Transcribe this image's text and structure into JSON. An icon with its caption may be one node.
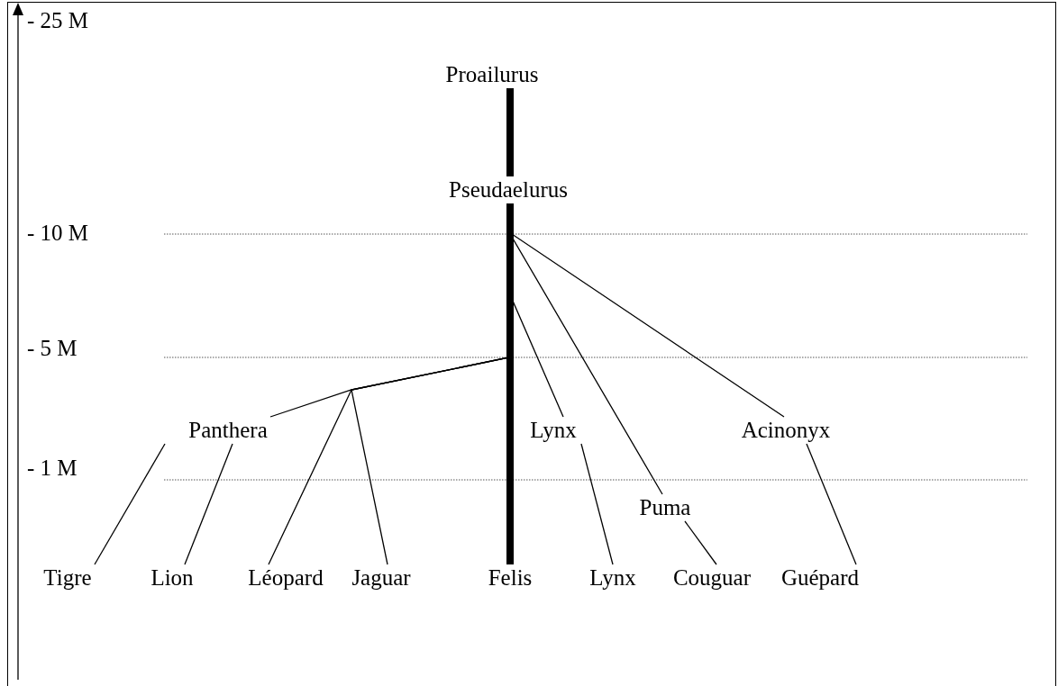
{
  "diagram": {
    "nodes": [
      {
        "text": [
          "Proailurus"
        ]
      },
      {
        "text": [
          "Pseudaelurus"
        ]
      },
      {
        "text": [
          "Panthera"
        ]
      },
      {
        "text": [
          "Lynx"
        ]
      },
      {
        "text": [
          "Acinonyx"
        ]
      },
      {
        "text": [
          "Puma"
        ]
      },
      {
        "text": [
          "Tigre"
        ]
      },
      {
        "text": [
          "Lion"
        ]
      },
      {
        "text": [
          "Léopard"
        ]
      },
      {
        "text": [
          "Jaguar"
        ]
      },
      {
        "text": [
          "Felis"
        ]
      },
      {
        "text": [
          "Lynx"
        ]
      },
      {
        "text": [
          "Couguar"
        ]
      },
      {
        "text": [
          "Guépard"
        ]
      }
    ],
    "edges": [
      {
        "from": 0,
        "to": 1,
        "arrow": "none",
        "style": "thick"
      },
      {
        "from": 1,
        "to": 10,
        "arrow": "none",
        "style": "thick"
      },
      {
        "from": 1,
        "to": 2,
        "arrow": "none"
      },
      {
        "from": 1,
        "to": 8,
        "arrow": "none"
      },
      {
        "from": 1,
        "to": 9,
        "arrow": "none"
      },
      {
        "from": 1,
        "to": 3,
        "arrow": "none"
      },
      {
        "from": 1,
        "to": 5,
        "arrow": "none"
      },
      {
        "from": 1,
        "to": 4,
        "arrow": "none"
      },
      {
        "from": 2,
        "to": 6,
        "arrow": "none"
      },
      {
        "from": 2,
        "to": 7,
        "arrow": "none"
      },
      {
        "from": 3,
        "to": 11,
        "arrow": "none"
      },
      {
        "from": 5,
        "to": 12,
        "arrow": "none"
      },
      {
        "from": 4,
        "to": 13,
        "arrow": "none"
      }
    ],
    "labels": [
      "- 25 M",
      "- 10 M",
      "- 5 M",
      "- 1 M"
    ]
  }
}
